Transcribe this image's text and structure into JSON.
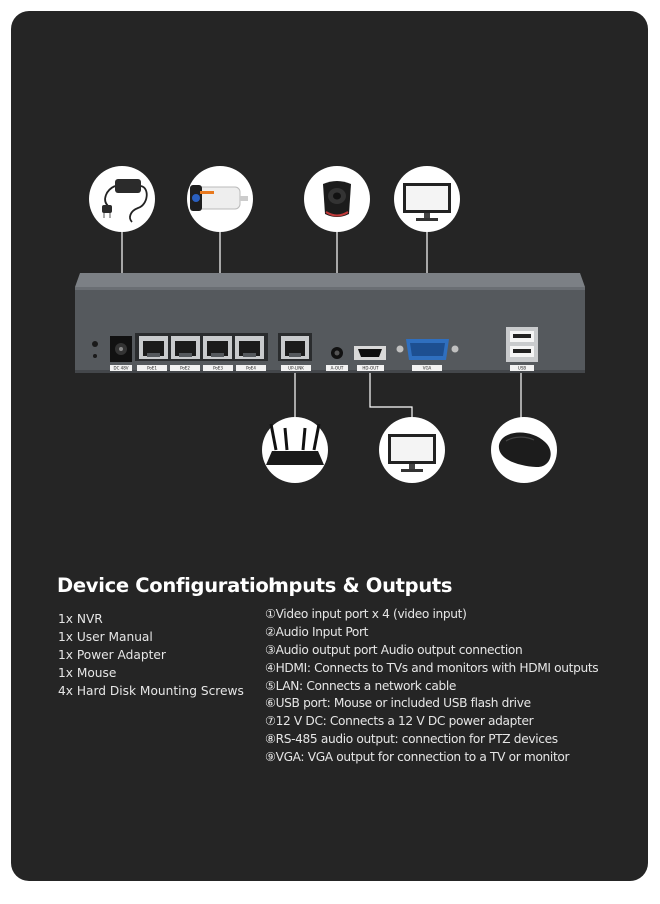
{
  "config": {
    "heading": "Device Configuration",
    "items": [
      "1x NVR",
      "1x User Manual",
      "1x Power Adapter",
      "1x Mouse",
      "4x Hard Disk Mounting Screws"
    ]
  },
  "io": {
    "heading": "Inputs & Outputs",
    "items": [
      "①Video input port x 4 (video input)",
      "②Audio Input Port",
      "③Audio output port Audio output connection",
      "④HDMI: Connects to TVs and monitors with HDMI outputs",
      "⑤LAN: Connects a network cable",
      "⑥USB port: Mouse or included USB flash drive",
      "⑦12 V DC: Connects a 12 V DC power adapter",
      "⑧RS-485 audio output: connection for PTZ devices",
      "⑨VGA: VGA output for connection to a TV or monitor"
    ]
  },
  "ports": {
    "dc": "DC 48V",
    "poe": [
      "PoE1",
      "PoE2",
      "PoE3",
      "PoE4"
    ],
    "uplink": "UP-LINK",
    "aout": "A-OUT",
    "hdmi": "HD-OUT",
    "vga": "VGA",
    "usb": "USB"
  },
  "icons": [
    "power-adapter-icon",
    "bullet-camera-icon",
    "speaker-icon",
    "monitor-icon",
    "router-icon",
    "monitor-icon",
    "mouse-icon"
  ],
  "colors": {
    "card": "#252525",
    "nvr": "#55595d",
    "connector": "#ffffff"
  }
}
